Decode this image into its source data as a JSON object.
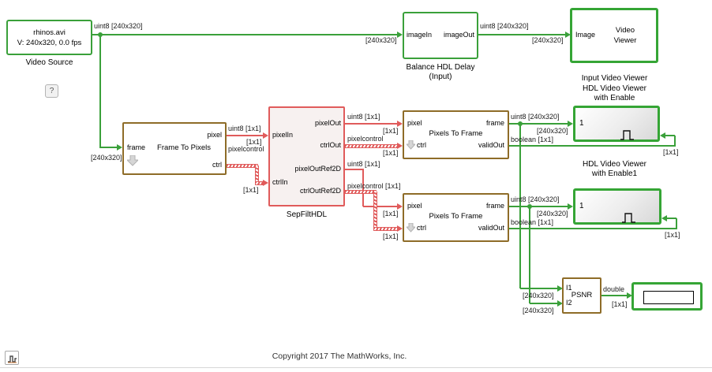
{
  "canvas": {
    "copyright": "Copyright 2017 The MathWorks, Inc.",
    "help": "?"
  },
  "blocks": {
    "video_source": {
      "line1": "rhinos.avi",
      "line2": "V: 240x320, 0.0 fps",
      "name": "Video Source"
    },
    "balance": {
      "port_in": "imageIn",
      "port_out": "imageOut",
      "name_line1": "Balance HDL Delay",
      "name_line2": "(Input)"
    },
    "video_viewer": {
      "port_in": "Image",
      "line1": "Video",
      "line2": "Viewer",
      "name": "Input Video Viewer"
    },
    "frame_to_pixels": {
      "port_in": "frame",
      "label": "Frame To Pixels",
      "port_out1": "pixel",
      "port_out2": "ctrl"
    },
    "sepfilt": {
      "name": "SepFiltHDL",
      "port_in1": "pixelIn",
      "port_in2": "ctrlIn",
      "port_out1": "pixelOut",
      "port_out2": "ctrlOut",
      "port_out3": "pixelOutRef2D",
      "port_out4": "ctrlOutRef2D"
    },
    "p2f1": {
      "port_in1": "pixel",
      "port_in2": "ctrl",
      "label": "Pixels To Frame",
      "port_out1": "frame",
      "port_out2": "validOut"
    },
    "p2f2": {
      "port_in1": "pixel",
      "port_in2": "ctrl",
      "label": "Pixels To Frame",
      "port_out1": "frame",
      "port_out2": "validOut"
    },
    "viewer1": {
      "port_in": "1",
      "name_line1": "HDL Video Viewer",
      "name_line2": "with Enable"
    },
    "viewer2": {
      "port_in": "1",
      "name_line1": "HDL Video Viewer",
      "name_line2": "with Enable1"
    },
    "psnr": {
      "port_in1": "I1",
      "port_in2": "I2",
      "label": "PSNR"
    }
  },
  "signals": {
    "src_type": "uint8 [240x320]",
    "src_dim": "[240x320]",
    "branch_dim": "[240x320]",
    "bal_type": "uint8 [240x320]",
    "bal_dim": "[240x320]",
    "ftp_pixel_type": "uint8 [1x1]",
    "ftp_pixel_dim": "[1x1]",
    "ftp_ctrl_type": "pixelcontrol",
    "ftp_ctrl_dim": "[1x1]",
    "pixelout_type": "uint8 [1x1]",
    "pixelout_dim": "[1x1]",
    "ctrlout_type": "pixelcontrol",
    "ctrlout_dim": "[1x1]",
    "pixelref_type": "uint8 [1x1]",
    "pixelref_dim": "[1x1]",
    "ctrlref_type": "pixelcontrol [1x1]",
    "ctrlref_dim": "[1x1]",
    "frame1_type": "uint8 [240x320]",
    "frame1_dim": "[240x320]",
    "valid1_type": "boolean [1x1]",
    "valid1_dim": "[1x1]",
    "frame2_type": "uint8 [240x320]",
    "frame2_dim": "[240x320]",
    "valid2_type": "boolean [1x1]",
    "valid2_dim": "[1x1]",
    "psnr_in1_dim": "[240x320]",
    "psnr_in2_dim": "[240x320]",
    "psnr_out_type": "double",
    "psnr_out_dim": "[1x1]"
  }
}
